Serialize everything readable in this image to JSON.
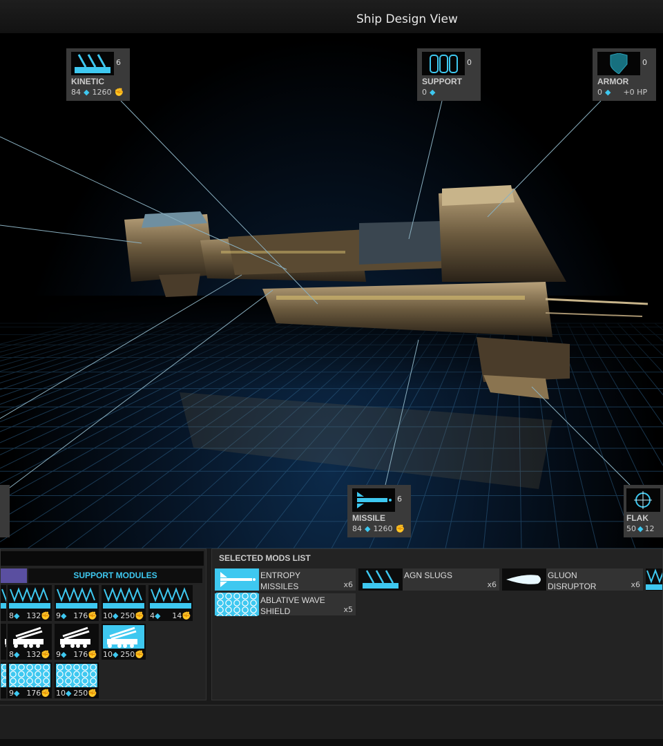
{
  "header": {
    "title": "Ship Design View"
  },
  "callouts": [
    {
      "id": "kinetic",
      "label": "KINETIC",
      "count": "6",
      "stat1": "84",
      "stat2": "1260",
      "icon": "kinetic-icon"
    },
    {
      "id": "support",
      "label": "SUPPORT",
      "count": "0",
      "stat1": "0",
      "stat2": "",
      "icon": "support-icon"
    },
    {
      "id": "armor",
      "label": "ARMOR",
      "count": "0",
      "stat1": "0",
      "stat2": "+0 HP",
      "icon": "armor-icon"
    },
    {
      "id": "missile",
      "label": "MISSILE",
      "count": "6",
      "stat1": "84",
      "stat2": "1260",
      "icon": "missile-icon"
    },
    {
      "id": "flak",
      "label": "FLAK",
      "count": "",
      "stat1": "50",
      "stat2": "12",
      "icon": "flak-icon"
    }
  ],
  "left_panel": {
    "tab_label": "SUPPORT MODULES",
    "rows": [
      [
        {
          "a": "8",
          "b": "132"
        },
        {
          "a": "9",
          "b": "176"
        },
        {
          "a": "10",
          "b": "250"
        },
        {
          "a": "4",
          "b": "14"
        }
      ],
      [
        {
          "a": "8",
          "b": "132"
        },
        {
          "a": "9",
          "b": "176"
        },
        {
          "a": "10",
          "b": "250"
        }
      ],
      [
        {
          "a": "9",
          "b": "176"
        },
        {
          "a": "10",
          "b": "250"
        }
      ]
    ]
  },
  "right_panel": {
    "title": "SELECTED MODS LIST",
    "mods": [
      {
        "name": "ENTROPY MISSILES",
        "qty": "x6",
        "icon": "missile-icon"
      },
      {
        "name": "AGN SLUGS",
        "qty": "x6",
        "icon": "kinetic-icon"
      },
      {
        "name": "GLUON DISRUPTOR",
        "qty": "x6",
        "icon": "beam-icon"
      },
      {
        "name": "ABLATIVE WAVE SHIELD",
        "qty": "x5",
        "icon": "shield-icon"
      }
    ]
  },
  "colors": {
    "accent": "#3ec8f0",
    "tab_active": "#5a4fa0",
    "panel": "#232323"
  }
}
